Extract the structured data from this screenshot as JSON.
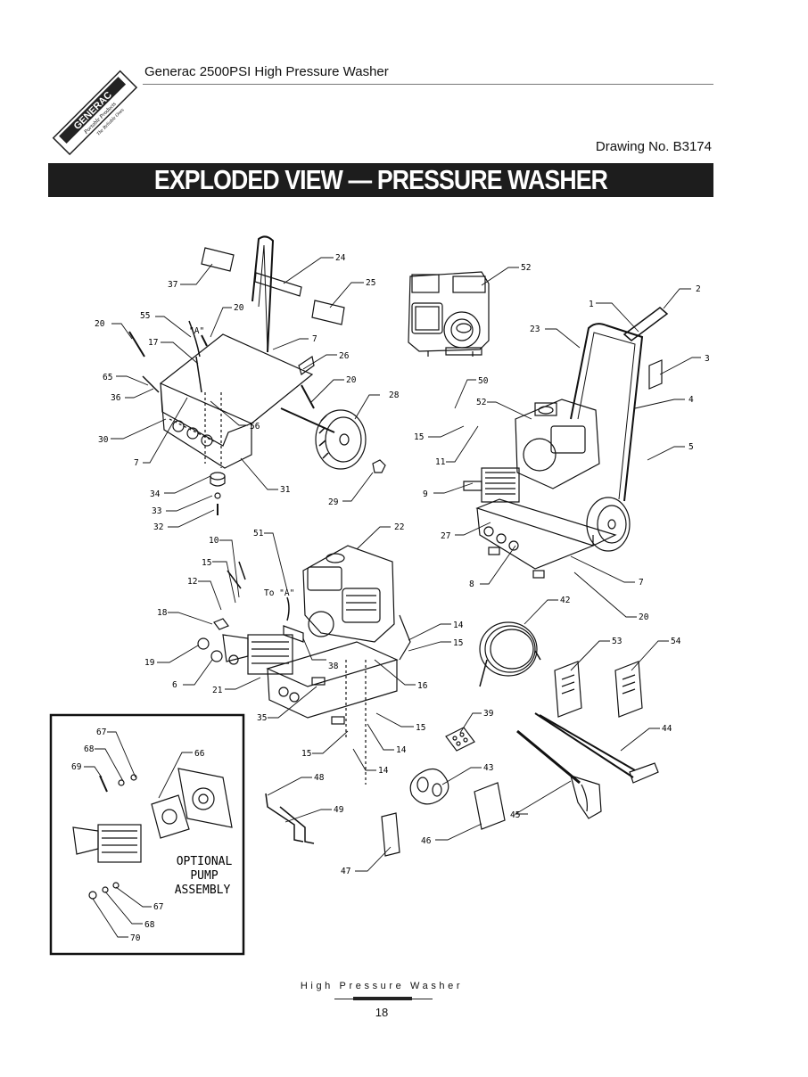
{
  "header": {
    "title": "Generac 2500PSI  High Pressure Washer",
    "drawing_no": "Drawing No. B3174"
  },
  "logo": {
    "brand": "GENERAC",
    "sub": "Portable Products",
    "tagline": "The Reliable Ones"
  },
  "title_bar": {
    "text": "EXPLODED VIEW — PRESSURE WASHER"
  },
  "inset": {
    "title_lines": [
      "OPTIONAL",
      "PUMP",
      "ASSEMBLY"
    ]
  },
  "callouts": {
    "c37": "37",
    "c24": "24",
    "c25": "25",
    "c20a": "20",
    "c20b": "20",
    "c20c": "20",
    "c55": "55",
    "c_a1": "\"A\"",
    "c17": "17",
    "c7a": "7",
    "c26": "26",
    "c65": "65",
    "c36": "36",
    "c28": "28",
    "c56": "56",
    "c30": "30",
    "c7b": "7",
    "c34": "34",
    "c31": "31",
    "c33": "33",
    "c29": "29",
    "c32": "32",
    "c52a": "52",
    "c1": "1",
    "c2": "2",
    "c23": "23",
    "c3": "3",
    "c50": "50",
    "c52b": "52",
    "c4": "4",
    "c15a": "15",
    "c5": "5",
    "c11": "11",
    "c9": "9",
    "c27": "27",
    "c8": "8",
    "c7c": "7",
    "c20d": "20",
    "c10": "10",
    "c51": "51",
    "c22": "22",
    "c15b": "15",
    "c12": "12",
    "c_to_a": "To \"A\"",
    "c18": "18",
    "c14a": "14",
    "c15c": "15",
    "c19": "19",
    "c38": "38",
    "c6": "6",
    "c21": "21",
    "c16": "16",
    "c35": "35",
    "c15d": "15",
    "c15e": "15",
    "c14b": "14",
    "c14c": "14",
    "c42": "42",
    "c53": "53",
    "c54": "54",
    "c39": "39",
    "c44": "44",
    "c43": "43",
    "c48": "48",
    "c49": "49",
    "c45": "45",
    "c46": "46",
    "c47": "47",
    "c67a": "67",
    "c68a": "68",
    "c66": "66",
    "c69": "69",
    "c67b": "67",
    "c68b": "68",
    "c70": "70"
  },
  "footer": {
    "section": "High Pressure Washer",
    "page_number": "18"
  }
}
